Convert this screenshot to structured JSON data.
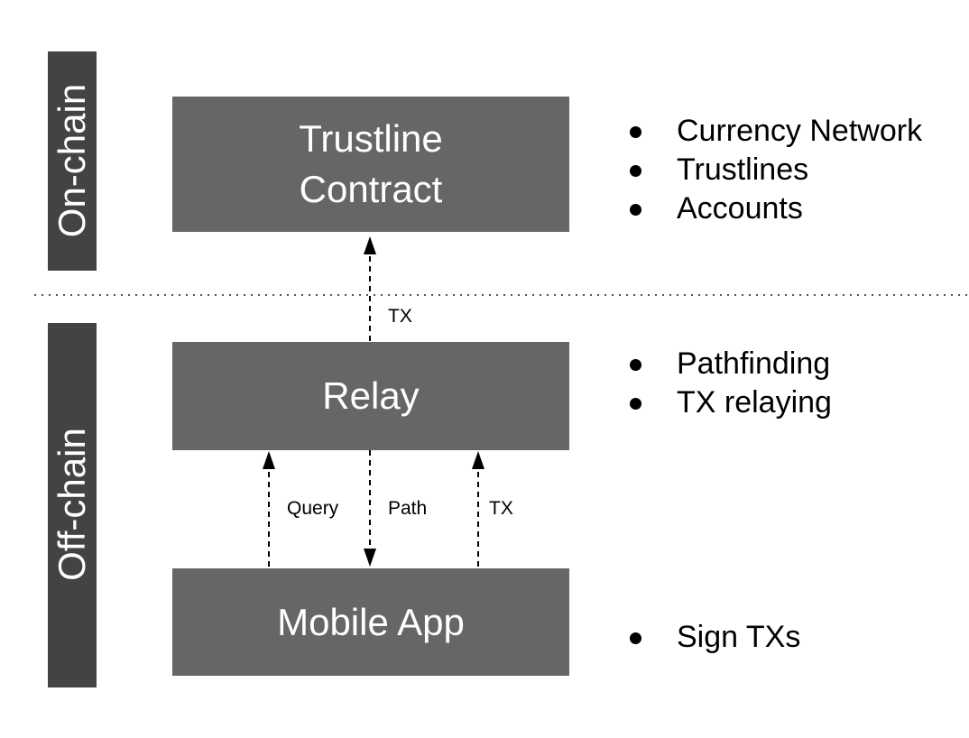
{
  "layers": {
    "on_chain": "On-chain",
    "off_chain": "Off-chain"
  },
  "components": {
    "trustline_contract": [
      "Trustline",
      "Contract"
    ],
    "relay": "Relay",
    "mobile_app": "Mobile App"
  },
  "connections": {
    "relay_to_contract": "TX",
    "app_to_relay_query": "Query",
    "relay_to_app_path": "Path",
    "app_to_relay_tx": "TX"
  },
  "features": {
    "trustline_contract": [
      "Currency Network",
      "Trustlines",
      "Accounts"
    ],
    "relay": [
      "Pathfinding",
      "TX relaying"
    ],
    "mobile_app": [
      "Sign TXs"
    ]
  },
  "colors": {
    "layer_bar": "#434343",
    "component_box": "#666666",
    "text_on_dark": "#ffffff",
    "arrow": "#000000"
  }
}
